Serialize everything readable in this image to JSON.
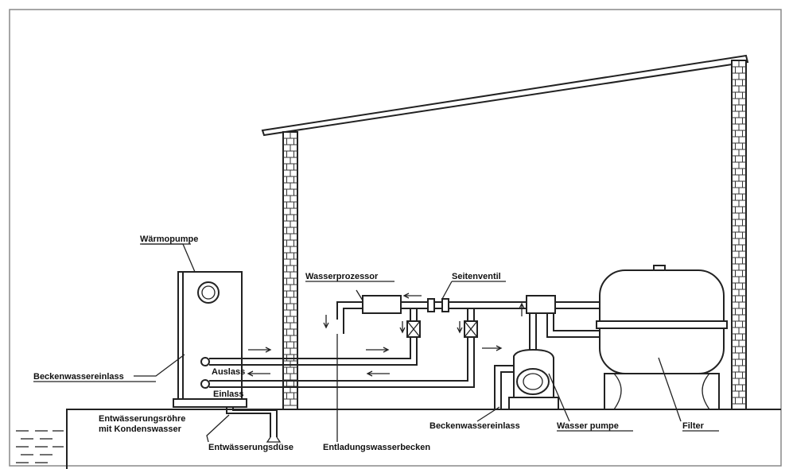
{
  "labels": {
    "waermepumpe": "Wärmopumpe",
    "beckenwassereinlass_left": "Beckenwassereinlass",
    "auslass": "Auslass",
    "einlass": "Einlass",
    "entwaesserungsroehre": "Entwässerungsröhre",
    "mit_kondenswasser": "mit Kondenswasser",
    "entwaesserungsduese": "Entwässerungsdüse",
    "entladungswasserbecken": "Entladungswasserbecken",
    "wasserprozessor": "Wasserprozessor",
    "seitenventil": "Seitenventil",
    "beckenwassereinlass_right": "Beckenwassereinlass",
    "wasser_pumpe": "Wasser pumpe",
    "filter": "Filter"
  },
  "colors": {
    "line": "#222222",
    "background": "#ffffff",
    "frame": "#888888"
  }
}
